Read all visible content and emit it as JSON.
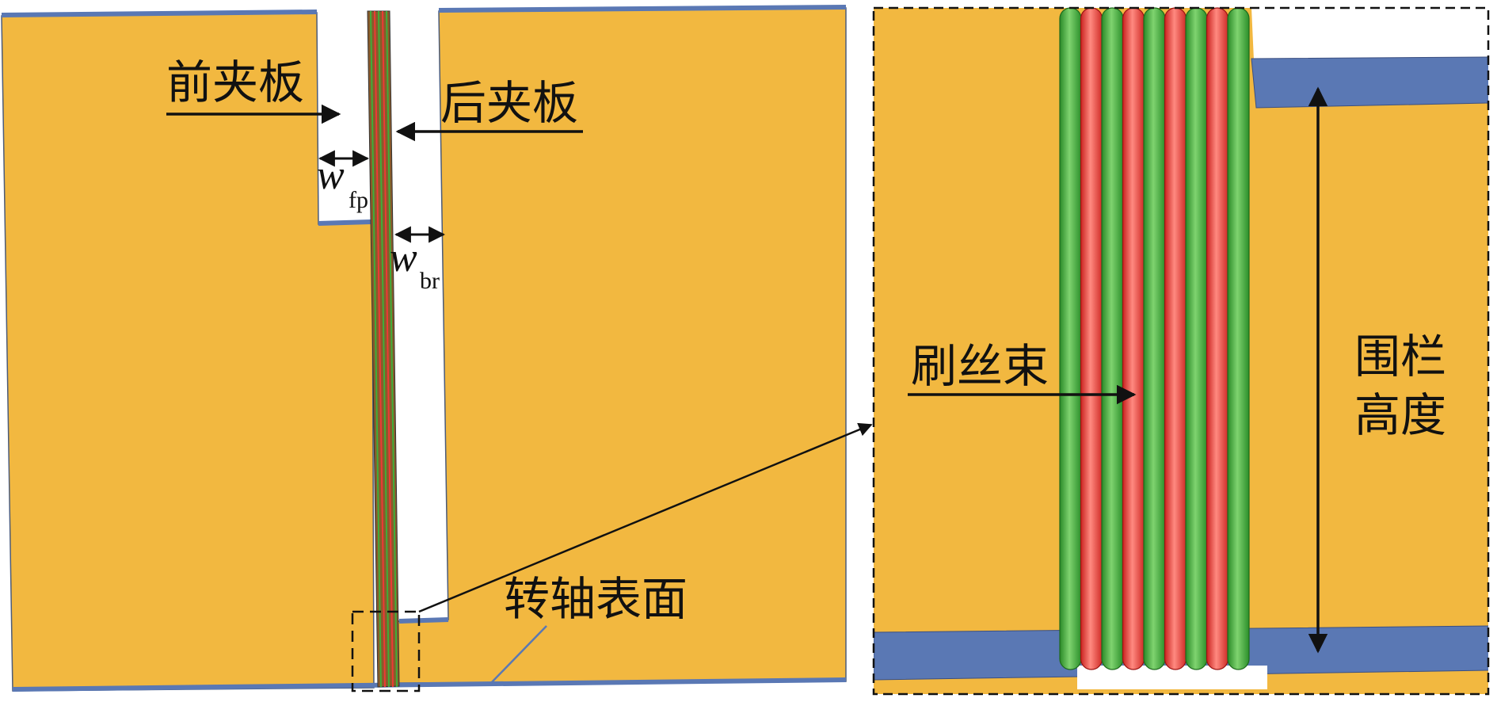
{
  "labels": {
    "front_plate": "前夹板",
    "back_plate": "后夹板",
    "w_fp_main": "w",
    "w_fp_sub": "fp",
    "w_br_main": "w",
    "w_br_sub": "br",
    "rotor_surface": "转轴表面",
    "bristle_pack": "刷丝束",
    "fence_height_1": "围栏",
    "fence_height_2": "高度"
  },
  "colors": {
    "plate": "#F2B840",
    "rotor": "#5A78B4",
    "bristle_green": "#3FAE3A",
    "bristle_red": "#EE3A36",
    "line": "#111111"
  },
  "bristles": [
    "green",
    "red",
    "green",
    "red",
    "green",
    "red",
    "green",
    "red",
    "green"
  ]
}
